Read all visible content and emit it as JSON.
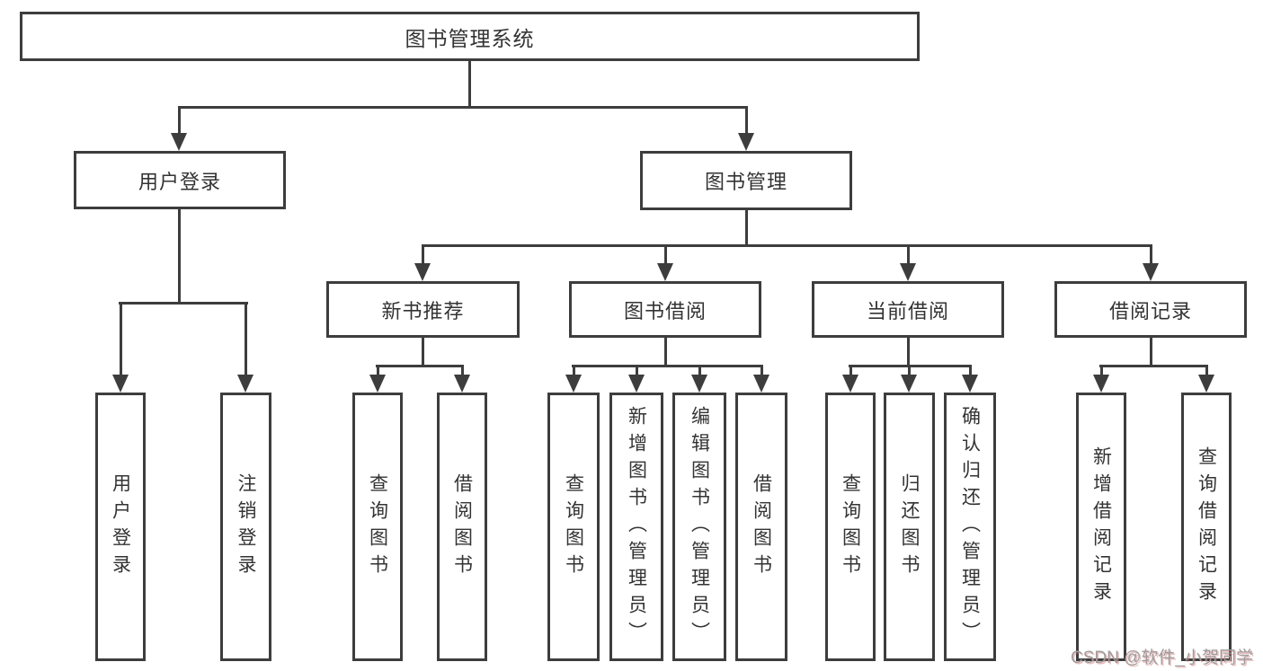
{
  "tree": {
    "root": {
      "label": "图书管理系统"
    },
    "user_login": {
      "label": "用户登录",
      "children": {
        "login": {
          "label": "用户登录"
        },
        "logout": {
          "label": "注销登录"
        }
      }
    },
    "book_mgmt": {
      "label": "图书管理",
      "children": {
        "new_book_rec": {
          "label": "新书推荐",
          "children": {
            "query_books": {
              "label": "查询图书"
            },
            "borrow_books": {
              "label": "借阅图书"
            }
          }
        },
        "book_borrow": {
          "label": "图书借阅",
          "children": {
            "query_books": {
              "label": "查询图书"
            },
            "add_books": {
              "label": "新增图书（管理员）"
            },
            "edit_books": {
              "label": "编辑图书（管理员）"
            },
            "borrow_books": {
              "label": "借阅图书"
            }
          }
        },
        "current_borrow": {
          "label": "当前借阅",
          "children": {
            "query_books": {
              "label": "查询图书"
            },
            "return_books": {
              "label": "归还图书"
            },
            "confirm_return": {
              "label": "确认归还（管理员）"
            }
          }
        },
        "borrow_records": {
          "label": "借阅记录",
          "children": {
            "add_record": {
              "label": "新增借阅记录"
            },
            "query_record": {
              "label": "查询借阅记录"
            }
          }
        }
      }
    }
  },
  "watermark": {
    "text": "CSDN @软件_小贺同学"
  },
  "colors": {
    "line": "#3d3d3d",
    "text": "#333333",
    "background": "#ffffff",
    "watermark_gray": "#9c9c9c",
    "watermark_red_shadow": "#d86b6b"
  }
}
